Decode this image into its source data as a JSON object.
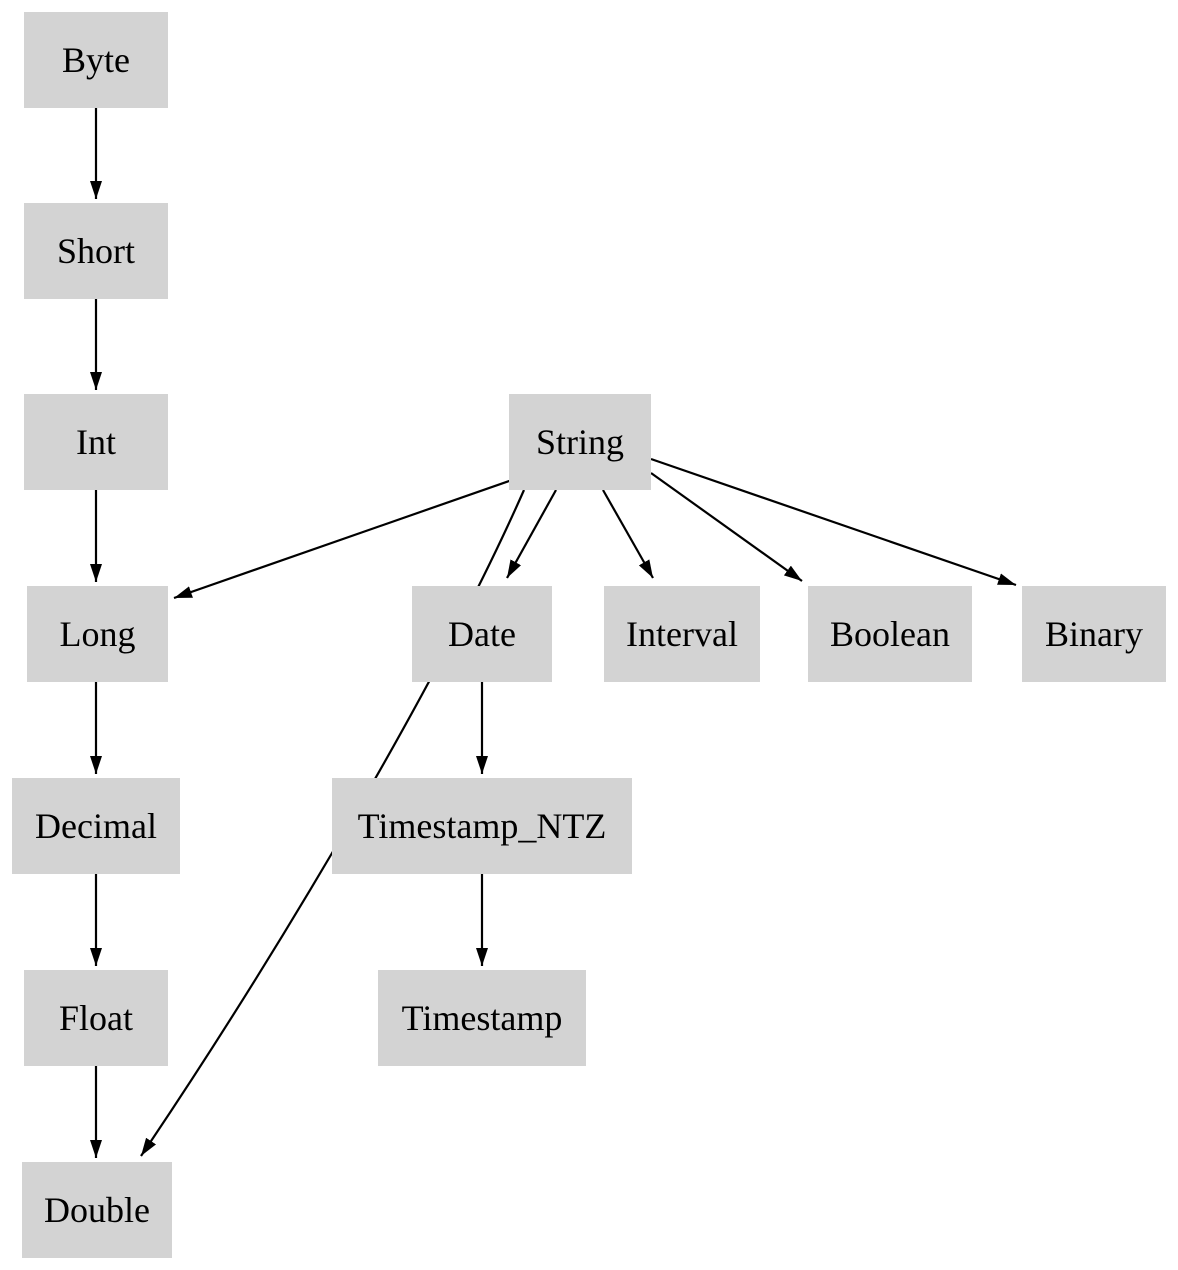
{
  "diagram": {
    "type": "type-promotion-hierarchy",
    "node_fill": "#d3d3d3",
    "node_text_color": "#000000",
    "edge_color": "#000000",
    "background": "#ffffff",
    "nodes": [
      {
        "id": "byte",
        "label": "Byte"
      },
      {
        "id": "short",
        "label": "Short"
      },
      {
        "id": "int",
        "label": "Int"
      },
      {
        "id": "string",
        "label": "String"
      },
      {
        "id": "long",
        "label": "Long"
      },
      {
        "id": "date",
        "label": "Date"
      },
      {
        "id": "interval",
        "label": "Interval"
      },
      {
        "id": "boolean",
        "label": "Boolean"
      },
      {
        "id": "binary",
        "label": "Binary"
      },
      {
        "id": "decimal",
        "label": "Decimal"
      },
      {
        "id": "timestamp_ntz",
        "label": "Timestamp_NTZ"
      },
      {
        "id": "float",
        "label": "Float"
      },
      {
        "id": "timestamp",
        "label": "Timestamp"
      },
      {
        "id": "double",
        "label": "Double"
      }
    ],
    "edges": [
      {
        "from": "Byte",
        "to": "Short"
      },
      {
        "from": "Short",
        "to": "Int"
      },
      {
        "from": "Int",
        "to": "Long"
      },
      {
        "from": "Long",
        "to": "Decimal"
      },
      {
        "from": "Decimal",
        "to": "Float"
      },
      {
        "from": "Float",
        "to": "Double"
      },
      {
        "from": "String",
        "to": "Long"
      },
      {
        "from": "String",
        "to": "Double"
      },
      {
        "from": "String",
        "to": "Date"
      },
      {
        "from": "String",
        "to": "Interval"
      },
      {
        "from": "String",
        "to": "Boolean"
      },
      {
        "from": "String",
        "to": "Binary"
      },
      {
        "from": "Date",
        "to": "Timestamp_NTZ"
      },
      {
        "from": "Timestamp_NTZ",
        "to": "Timestamp"
      }
    ]
  }
}
